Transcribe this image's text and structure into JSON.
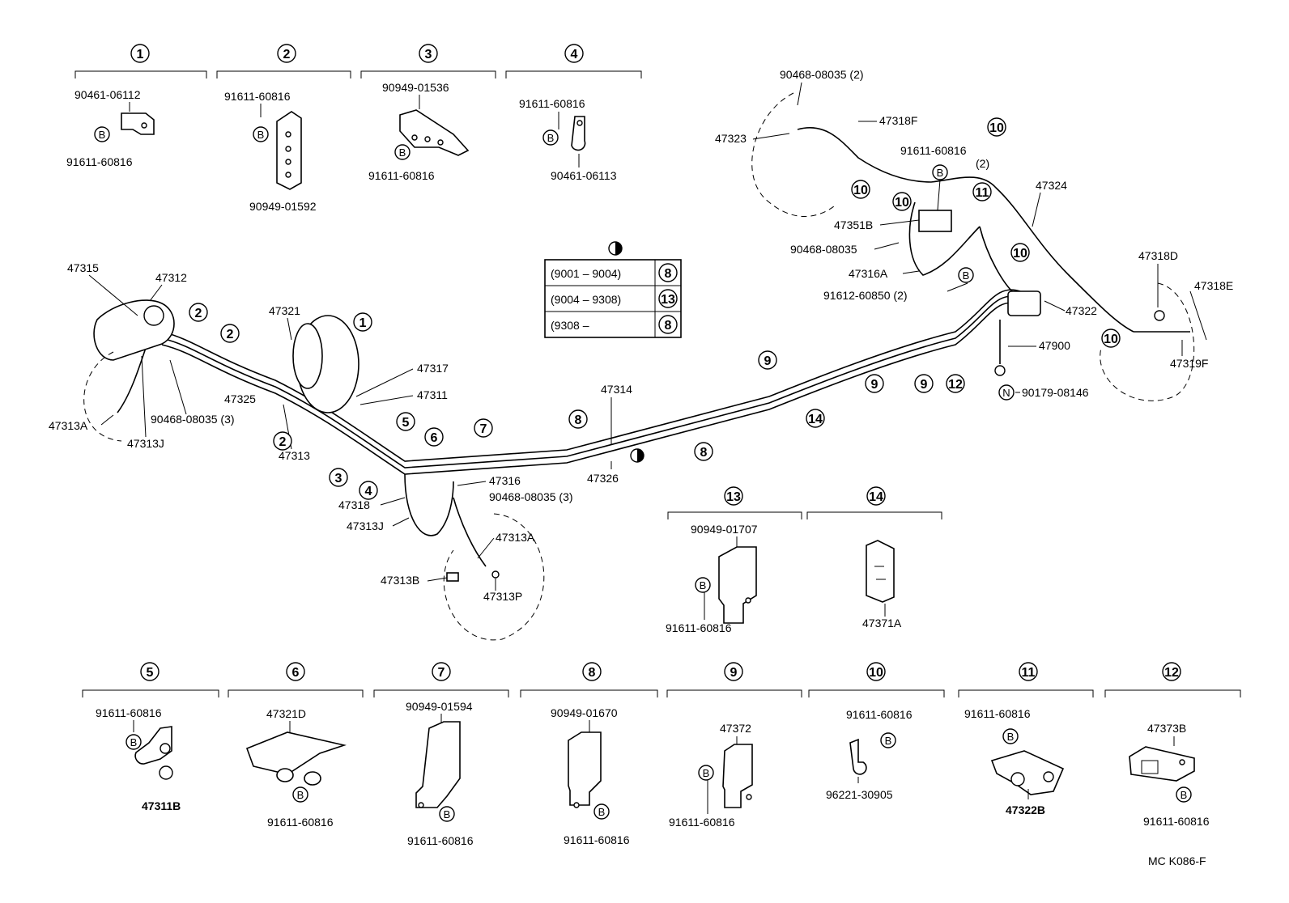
{
  "footer_code": "MC K086-F",
  "legend": {
    "rows": [
      {
        "range": "(9001 – 9004)",
        "ref": "8"
      },
      {
        "range": "(9004 – 9308)",
        "ref": "13"
      },
      {
        "range": "(9308 –",
        "ref": "8"
      }
    ]
  },
  "symbols": {
    "bolt": "B",
    "nut": "N"
  },
  "groups": [
    {
      "ref": "1",
      "parts": [
        "90461-06112",
        "91611-60816"
      ]
    },
    {
      "ref": "2",
      "parts": [
        "91611-60816",
        "90949-01592"
      ]
    },
    {
      "ref": "3",
      "parts": [
        "90949-01536",
        "91611-60816"
      ]
    },
    {
      "ref": "4",
      "parts": [
        "91611-60816",
        "90461-06113"
      ]
    },
    {
      "ref": "5",
      "parts": [
        "91611-60816",
        "47311B"
      ]
    },
    {
      "ref": "6",
      "parts": [
        "47321D",
        "91611-60816"
      ]
    },
    {
      "ref": "7",
      "parts": [
        "90949-01594",
        "91611-60816"
      ]
    },
    {
      "ref": "8",
      "parts": [
        "90949-01670",
        "91611-60816"
      ]
    },
    {
      "ref": "9",
      "parts": [
        "47372",
        "91611-60816"
      ]
    },
    {
      "ref": "10",
      "parts": [
        "91611-60816",
        "96221-30905"
      ]
    },
    {
      "ref": "11",
      "parts": [
        "91611-60816",
        "47322B"
      ]
    },
    {
      "ref": "12",
      "parts": [
        "47373B",
        "91611-60816"
      ]
    },
    {
      "ref": "13",
      "parts": [
        "90949-01707",
        "91611-60816"
      ]
    },
    {
      "ref": "14",
      "parts": [
        "47371A"
      ]
    }
  ],
  "callouts": {
    "c47315": "47315",
    "c47312": "47312",
    "c47325": "47325",
    "c47313A_l": "47313A",
    "c47313J_l": "47313J",
    "c90468_l": "90468-08035 (3)",
    "c47321": "47321",
    "c47313": "47313",
    "c47317": "47317",
    "c47311": "47311",
    "c47314": "47314",
    "c47326": "47326",
    "c47316": "47316",
    "c47318": "47318",
    "c90468_m": "90468-08035 (3)",
    "c47313J_m": "47313J",
    "c47313A_m": "47313A",
    "c47313B": "47313B",
    "c47313P": "47313P",
    "c90468_t": "90468-08035 (2)",
    "c47318F": "47318F",
    "c47323": "47323",
    "c91611_t": "91611-60816",
    "c91611_t2": "(2)",
    "c47324": "47324",
    "c47351B": "47351B",
    "c90468_r": "90468-08035",
    "c47316A": "47316A",
    "c91612": "91612-60850 (2)",
    "c47322": "47322",
    "c47900": "47900",
    "c90179": "90179-08146",
    "c47318D": "47318D",
    "c47318E": "47318E",
    "c47319F": "47319F"
  }
}
